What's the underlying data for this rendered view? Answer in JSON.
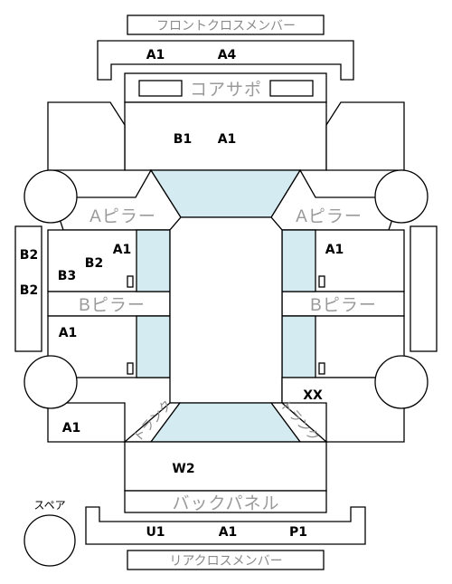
{
  "parts": {
    "front_cross_member": "フロントクロスメンバー",
    "core_support": "コアサポ",
    "a_pillar_left": "Aピラー",
    "a_pillar_right": "Aピラー",
    "b_pillar_left": "Bピラー",
    "b_pillar_right": "Bピラー",
    "trunk_left": "トランク",
    "trunk_right": "トランク",
    "back_panel": "バックパネル",
    "rear_cross_member": "リアクロスメンバー",
    "spare": "スペア"
  },
  "codes": {
    "front_cross_left": "A1",
    "front_cross_right": "A4",
    "hood_left": "B1",
    "hood_right": "A1",
    "left_sill_top": "B2",
    "left_sill_bottom": "B2",
    "left_front_door_a": "A1",
    "left_front_door_b": "B2",
    "left_front_door_c": "B3",
    "right_front_door": "A1",
    "left_rear_door": "A1",
    "right_rear_quarter": "XX",
    "left_rear_quarter": "A1",
    "trunk_lid": "W2",
    "rear_left": "U1",
    "rear_center": "A1",
    "rear_right": "P1"
  }
}
